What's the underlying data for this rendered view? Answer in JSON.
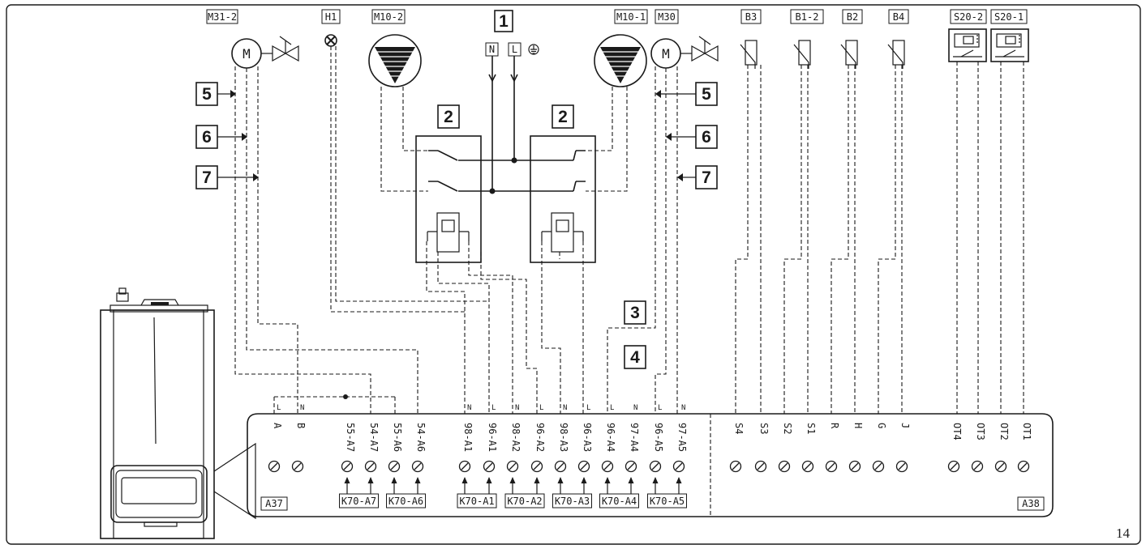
{
  "page_number": "14",
  "components": {
    "m31_2": "M31-2",
    "h1": "H1",
    "m10_2": "M10-2",
    "m10_1": "M10-1",
    "m30": "M30",
    "b3": "B3",
    "b1_2": "B1-2",
    "b2": "B2",
    "b4": "B4",
    "s20_2": "S20-2",
    "s20_1": "S20-1",
    "motor_letter": "M"
  },
  "callouts": [
    "1",
    "2",
    "3",
    "4",
    "5",
    "6",
    "7"
  ],
  "power_supply": {
    "n": "N",
    "l": "L"
  },
  "boards": {
    "a37": "A37",
    "a38": "A38"
  },
  "terminals_a37": [
    "A",
    "B",
    "55-A7",
    "54-A7",
    "55-A6",
    "54-A6",
    "98-A1",
    "96-A1",
    "98-A2",
    "96-A2",
    "98-A3",
    "96-A3",
    "96-A4",
    "97-A4",
    "96-A5",
    "97-A5"
  ],
  "terminals_a38": [
    "S4",
    "S3",
    "S2",
    "S1",
    "R",
    "H",
    "G",
    "J",
    "OT4",
    "OT3",
    "OT2",
    "OT1"
  ],
  "wire_marks": {
    "l": "L",
    "n": "N"
  },
  "relay_labels": [
    "K70-A7",
    "K70-A6",
    "K70-A1",
    "K70-A2",
    "K70-A3",
    "K70-A4",
    "K70-A5"
  ]
}
